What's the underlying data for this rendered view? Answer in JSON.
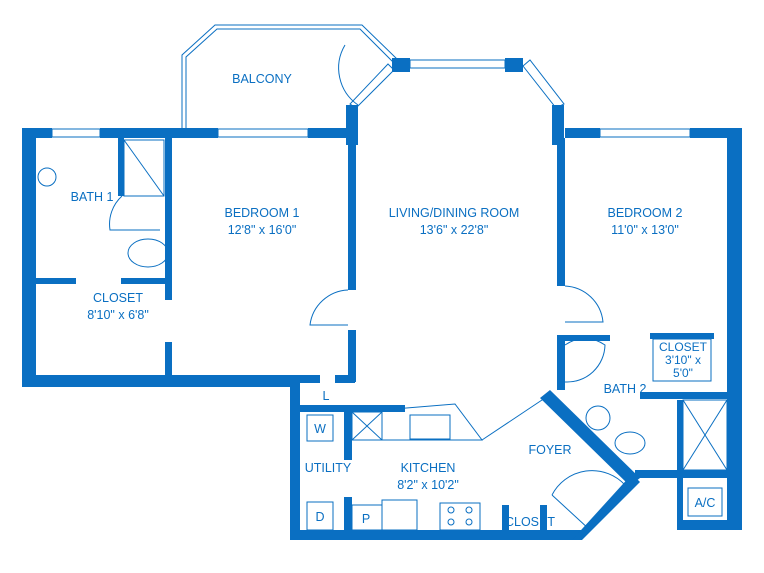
{
  "plan": {
    "accent_color": "#0a6fc2",
    "rooms": {
      "balcony": {
        "name": "BALCONY"
      },
      "bath1": {
        "name": "BATH 1"
      },
      "bedroom1": {
        "name": "BEDROOM 1",
        "size": "12'8\" x 16'0\""
      },
      "living": {
        "name": "LIVING/DINING ROOM",
        "size": "13'6\" x 22'8\""
      },
      "bedroom2": {
        "name": "BEDROOM 2",
        "size": "11'0\" x 13'0\""
      },
      "closet1": {
        "name": "CLOSET",
        "size": "8'10\" x 6'8\""
      },
      "closet2": {
        "name": "CLOSET",
        "size_line1": "3'10\" x",
        "size_line2": "5'0\""
      },
      "bath2": {
        "name": "BATH 2"
      },
      "foyer": {
        "name": "FOYER"
      },
      "kitchen": {
        "name": "KITCHEN",
        "size": "8'2\" x 10'2\""
      },
      "utility": {
        "name": "UTILITY"
      },
      "closet3": {
        "name": "CLOSET"
      }
    },
    "fixtures": {
      "linen": "L",
      "washer": "W",
      "dryer": "D",
      "pantry": "P",
      "ac": "A/C"
    }
  }
}
